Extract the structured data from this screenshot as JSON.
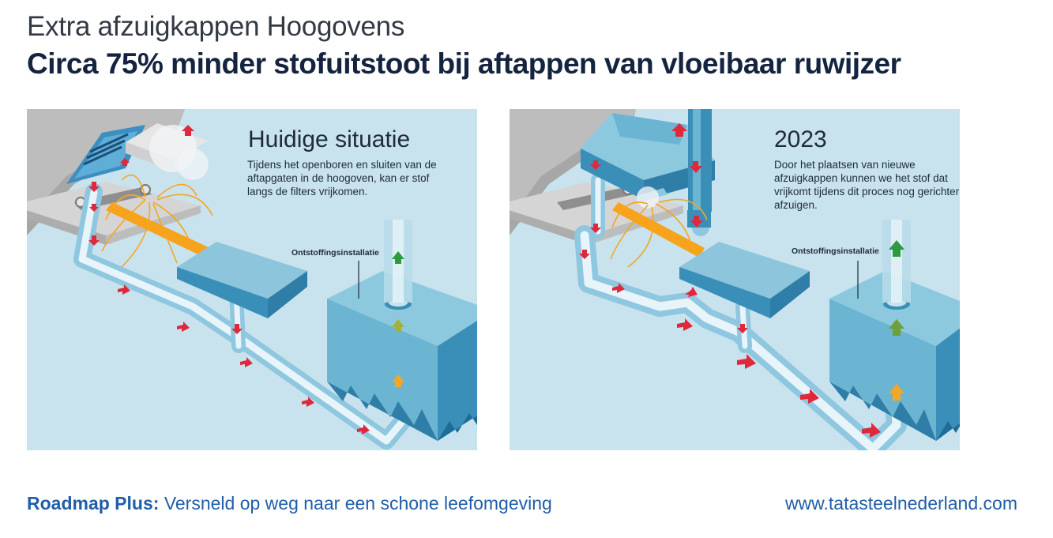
{
  "header": {
    "kicker": "Extra afzuigkappen Hoogovens",
    "headline": "Circa 75% minder stofuitstoot bij aftappen van vloeibaar ruwijzer"
  },
  "panels": {
    "left": {
      "title": "Huidige situatie",
      "description": "Tijdens het openboren en sluiten van de aftapgaten in de hoogoven, kan er stof langs de filters vrijkomen.",
      "label": "Ontstoffingsinstallatie"
    },
    "right": {
      "title": "2023",
      "description": "Door het plaatsen van nieuwe afzuigkappen kunnen we het stof dat vrijkomt tijdens dit proces nog gerichter afzuigen.",
      "label": "Ontstoffingsinstallatie"
    }
  },
  "footer": {
    "brand": "Roadmap Plus:",
    "tagline": "Versneld op weg naar een schone leefomgeving",
    "url": "www.tatasteelnederland.com"
  },
  "colors": {
    "panel_bg": "#c8e3ed",
    "headline": "#14233f",
    "footer": "#1f5ea8",
    "arrow_red": "#e0283c",
    "arrow_green": "#2e9a3e",
    "arrow_orange": "#f5a623",
    "molten_iron": "#f7a31c"
  }
}
